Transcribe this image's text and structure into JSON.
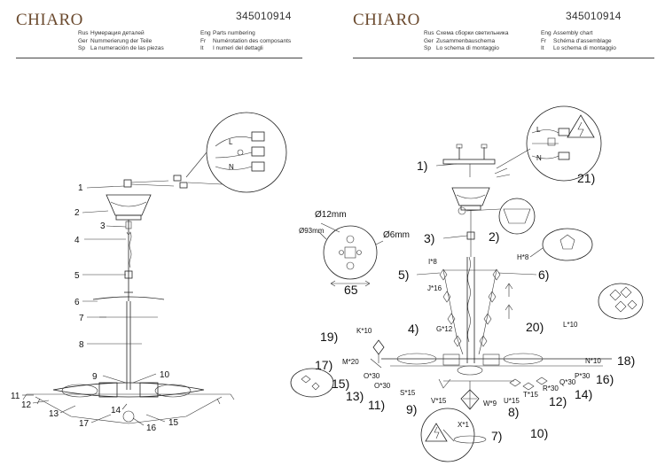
{
  "left_sheet": {
    "brand": "CHIARO",
    "model_code": "345010914",
    "headers": [
      {
        "lang": "Rus",
        "text": "Нумерация деталей"
      },
      {
        "lang": "Gеr",
        "text": "Nummerierung der Teile"
      },
      {
        "lang": "Sp",
        "text": "La numeración de las piezas"
      },
      {
        "lang": "Eng",
        "text": "Parts numbering"
      },
      {
        "lang": "Fr",
        "text": "Numérotation des composants"
      },
      {
        "lang": "It",
        "text": "I numeri del dettagli"
      }
    ],
    "part_labels": [
      "1",
      "2",
      "3",
      "4",
      "5",
      "6",
      "7",
      "8",
      "9",
      "10",
      "11",
      "12",
      "13",
      "14",
      "15",
      "16",
      "17"
    ],
    "wire_labels": [
      "L",
      "N"
    ]
  },
  "right_sheet": {
    "brand": "CHIARO",
    "model_code": "345010914",
    "headers": [
      {
        "lang": "Rus",
        "text": "Схема сборки светильника"
      },
      {
        "lang": "Gеr",
        "text": "Zusammenbauschema"
      },
      {
        "lang": "Sp",
        "text": "Lo schema di montaggio"
      },
      {
        "lang": "Eng",
        "text": "Assembly chart"
      },
      {
        "lang": "Fr",
        "text": "Schéma d'assemblage"
      },
      {
        "lang": "It",
        "text": "Lo schema di montaggio"
      }
    ],
    "dimensions": {
      "d1": "Ø12mm",
      "d2": "Ø93mm",
      "d3": "Ø6mm",
      "width": "65"
    },
    "step_labels": [
      "1)",
      "2)",
      "3)",
      "4)",
      "5)",
      "6)",
      "7)",
      "8)",
      "9)",
      "10)",
      "11)",
      "12)",
      "13)",
      "14)",
      "15)",
      "16)",
      "17)",
      "18)",
      "19)",
      "20)",
      "21)"
    ],
    "qty_labels": {
      "h": "H*8",
      "i": "I*8",
      "j": "J*16",
      "g": "G*12",
      "k": "K*10",
      "l": "L*10",
      "m": "M*20",
      "n": "N*10",
      "o": "O*30",
      "o2": "O*30",
      "p": "P*30",
      "q": "Q*30",
      "r": "R*30",
      "s": "S*15",
      "t": "T*15",
      "u": "U*15",
      "v": "V*15",
      "w": "W*9",
      "x": "X*1"
    },
    "wire_labels": [
      "L",
      "N"
    ]
  }
}
